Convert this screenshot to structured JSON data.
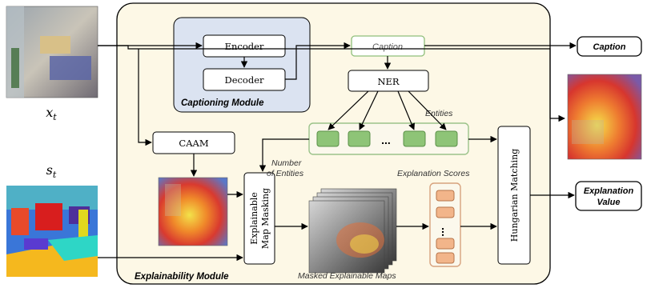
{
  "inputs": {
    "frame_label": "x",
    "frame_sub": "t",
    "seg_label": "s",
    "seg_sub": "t"
  },
  "modules": {
    "captioning": "Captioning Module",
    "explainability": "Explainability Module"
  },
  "blocks": {
    "encoder": "Encoder",
    "decoder": "Decoder",
    "caption": "Caption",
    "ner": "NER",
    "caam": "CAAM",
    "entities": "Entities",
    "ellipsis": "...",
    "masking_line1": "Explainable",
    "masking_line2": "Map Masking",
    "hungarian": "Hungarian Matching"
  },
  "labels": {
    "number_line1": "Number",
    "number_line2": "of Entities",
    "explanation_scores": "Explanation Scores",
    "masked_maps": "Masked Explainable Maps"
  },
  "outputs": {
    "caption": "Caption",
    "explanation_line1": "Explanation",
    "explanation_line2": "Value"
  },
  "colors": {
    "outer_bg": "#fdf8e6",
    "caption_module_bg": "#dbe3f1",
    "entity_fill": "#8ec477",
    "entity_border": "#5a8f47",
    "entities_frame": "#9bc38a",
    "score_fill": "#f2b58a",
    "score_border": "#b7754a",
    "scores_frame": "#d7a27e"
  }
}
